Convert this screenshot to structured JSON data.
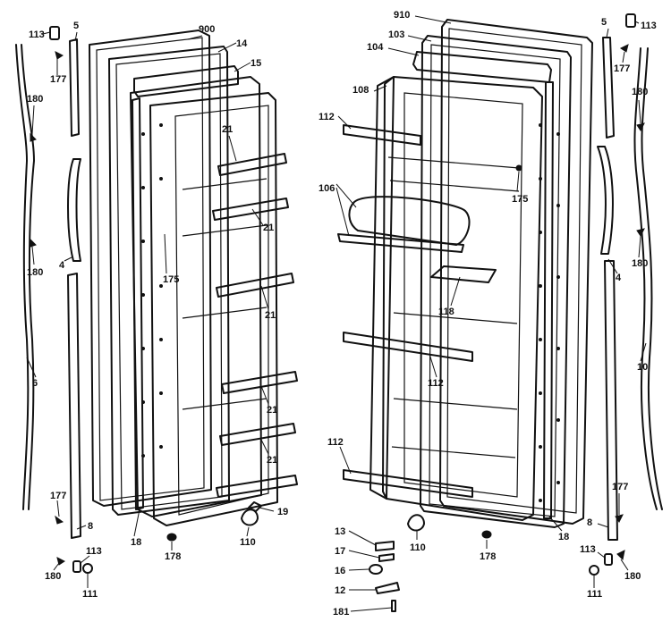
{
  "diagram": {
    "left_door_callouts": {
      "c113_top": "113",
      "c5_top": "5",
      "c177_top": "177",
      "c180_top": "180",
      "c180_mid": "180",
      "c4": "4",
      "c6": "6",
      "c900": "900",
      "c14": "14",
      "c15": "15",
      "c21_a": "21",
      "c21_b": "21",
      "c21_c": "21",
      "c21_d": "21",
      "c21_e": "21",
      "c175": "175",
      "c177_bottom": "177",
      "c8": "8",
      "c113_bottom": "113",
      "c180_bottom": "180",
      "c111": "111",
      "c18": "18",
      "c178": "178",
      "c110": "110",
      "c19": "19"
    },
    "right_door_callouts": {
      "c910": "910",
      "c103": "103",
      "c104": "104",
      "c108": "108",
      "c112_a": "112",
      "c106": "106",
      "c175": "175",
      "c118": "118",
      "c112_b": "112",
      "c112_c": "112",
      "c13": "13",
      "c17": "17",
      "c16": "16",
      "c12": "12",
      "c181": "181",
      "c110": "110",
      "c178": "178",
      "c18": "18",
      "c5": "5",
      "c113_top": "113",
      "c177_top": "177",
      "c180_top": "180",
      "c180_mid": "180",
      "c4": "4",
      "c10": "10",
      "c177_bottom": "177",
      "c8": "8",
      "c113_bottom": "113",
      "c180_bottom": "180",
      "c111": "111"
    }
  }
}
